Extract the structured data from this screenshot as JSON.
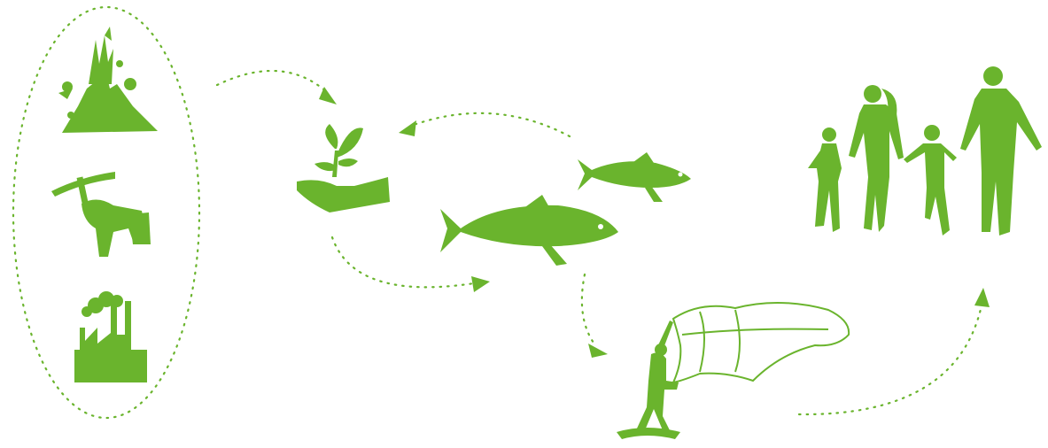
{
  "theme": {
    "accent": "#6ab42d",
    "background": "#ffffff"
  },
  "nodes": [
    {
      "id": "volcano",
      "icon": "volcano-icon"
    },
    {
      "id": "mining",
      "icon": "pickaxe-mining-icon"
    },
    {
      "id": "factory",
      "icon": "factory-icon"
    },
    {
      "id": "plant",
      "icon": "plant-in-hand-icon"
    },
    {
      "id": "fish",
      "icon": "fish-icon"
    },
    {
      "id": "fisherman",
      "icon": "fisherman-casting-net-icon"
    },
    {
      "id": "family",
      "icon": "family-icon"
    }
  ],
  "edges": [
    {
      "from": "sources",
      "to": "plant"
    },
    {
      "from": "fish",
      "to": "plant"
    },
    {
      "from": "plant",
      "to": "fish"
    },
    {
      "from": "fish",
      "to": "fisherman"
    },
    {
      "from": "fisherman",
      "to": "family"
    }
  ]
}
